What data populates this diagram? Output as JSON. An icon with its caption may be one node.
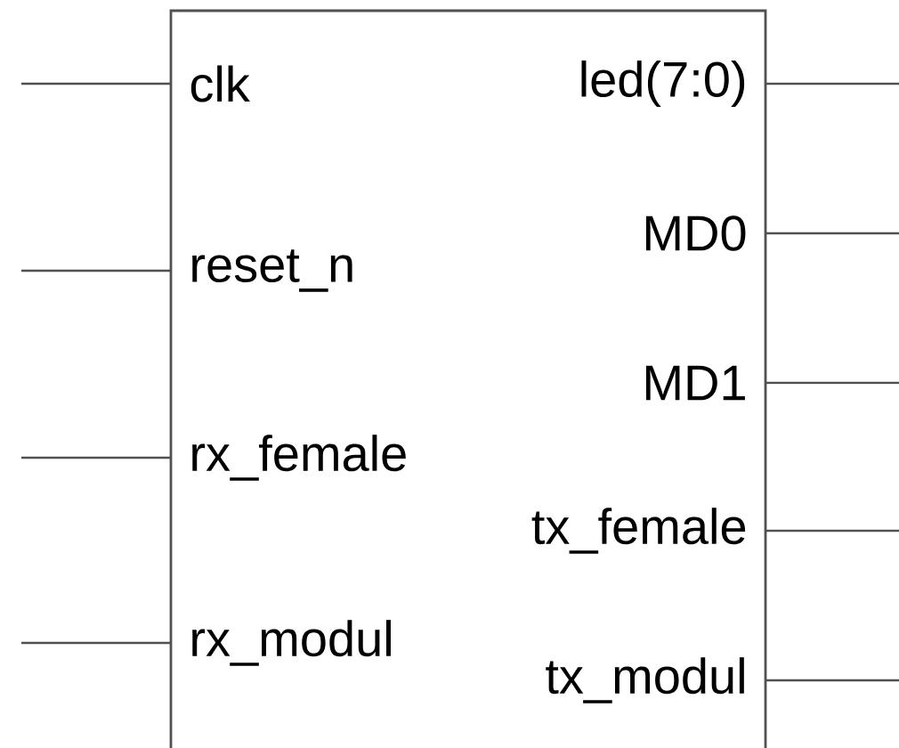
{
  "diagram": {
    "nodes": [
      {
        "text": [],
        "shape": "box"
      },
      {
        "text": [
          "clk"
        ],
        "in": 0
      },
      {
        "text": [
          "reset_n"
        ],
        "in": 0
      },
      {
        "text": [
          "rx_female"
        ],
        "in": 0
      },
      {
        "text": [
          "rx_modul"
        ],
        "in": 0
      },
      {
        "text": [
          "led(7:0)"
        ],
        "in": 0
      },
      {
        "text": [
          "MD0"
        ],
        "in": 0
      },
      {
        "text": [
          "MD1"
        ],
        "in": 0
      },
      {
        "text": [
          "tx_female"
        ],
        "in": 0
      },
      {
        "text": [
          "tx_modul"
        ],
        "in": 0
      }
    ],
    "edges": [
      {
        "from": null,
        "to": 1,
        "arrow": "none"
      },
      {
        "from": null,
        "to": 2,
        "arrow": "none"
      },
      {
        "from": null,
        "to": 3,
        "arrow": "none"
      },
      {
        "from": null,
        "to": 4,
        "arrow": "none"
      },
      {
        "from": 5,
        "to": null,
        "arrow": "none"
      },
      {
        "from": 6,
        "to": null,
        "arrow": "none"
      },
      {
        "from": 7,
        "to": null,
        "arrow": "none"
      },
      {
        "from": 8,
        "to": null,
        "arrow": "none"
      },
      {
        "from": 9,
        "to": null,
        "arrow": "none"
      }
    ]
  }
}
